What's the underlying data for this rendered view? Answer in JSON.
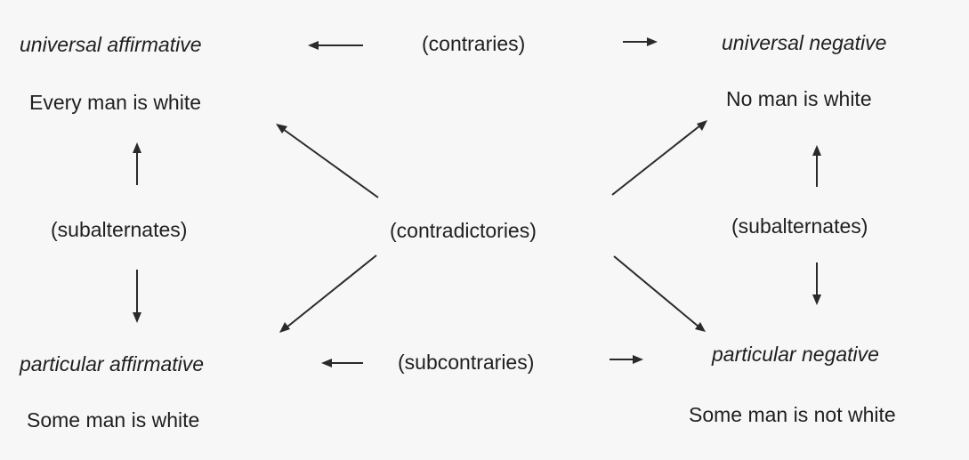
{
  "square_of_opposition": {
    "universal_affirmative": {
      "label": "universal affirmative",
      "example": "Every man is white"
    },
    "universal_negative": {
      "label": "universal negative",
      "example": "No man is white"
    },
    "particular_affirmative": {
      "label": "particular affirmative",
      "example": "Some man is white"
    },
    "particular_negative": {
      "label": "particular negative",
      "example": "Some man is not white"
    },
    "relations": {
      "contraries": "(contraries)",
      "contradictories": "(contradictories)",
      "subalternates_left": "(subalternates)",
      "subalternates_right": "(subalternates)",
      "subcontraries": "(subcontraries)"
    }
  },
  "colors": {
    "background": "#f7f7f7",
    "text": "#1f1f1f",
    "arrow": "#2a2a2a"
  }
}
